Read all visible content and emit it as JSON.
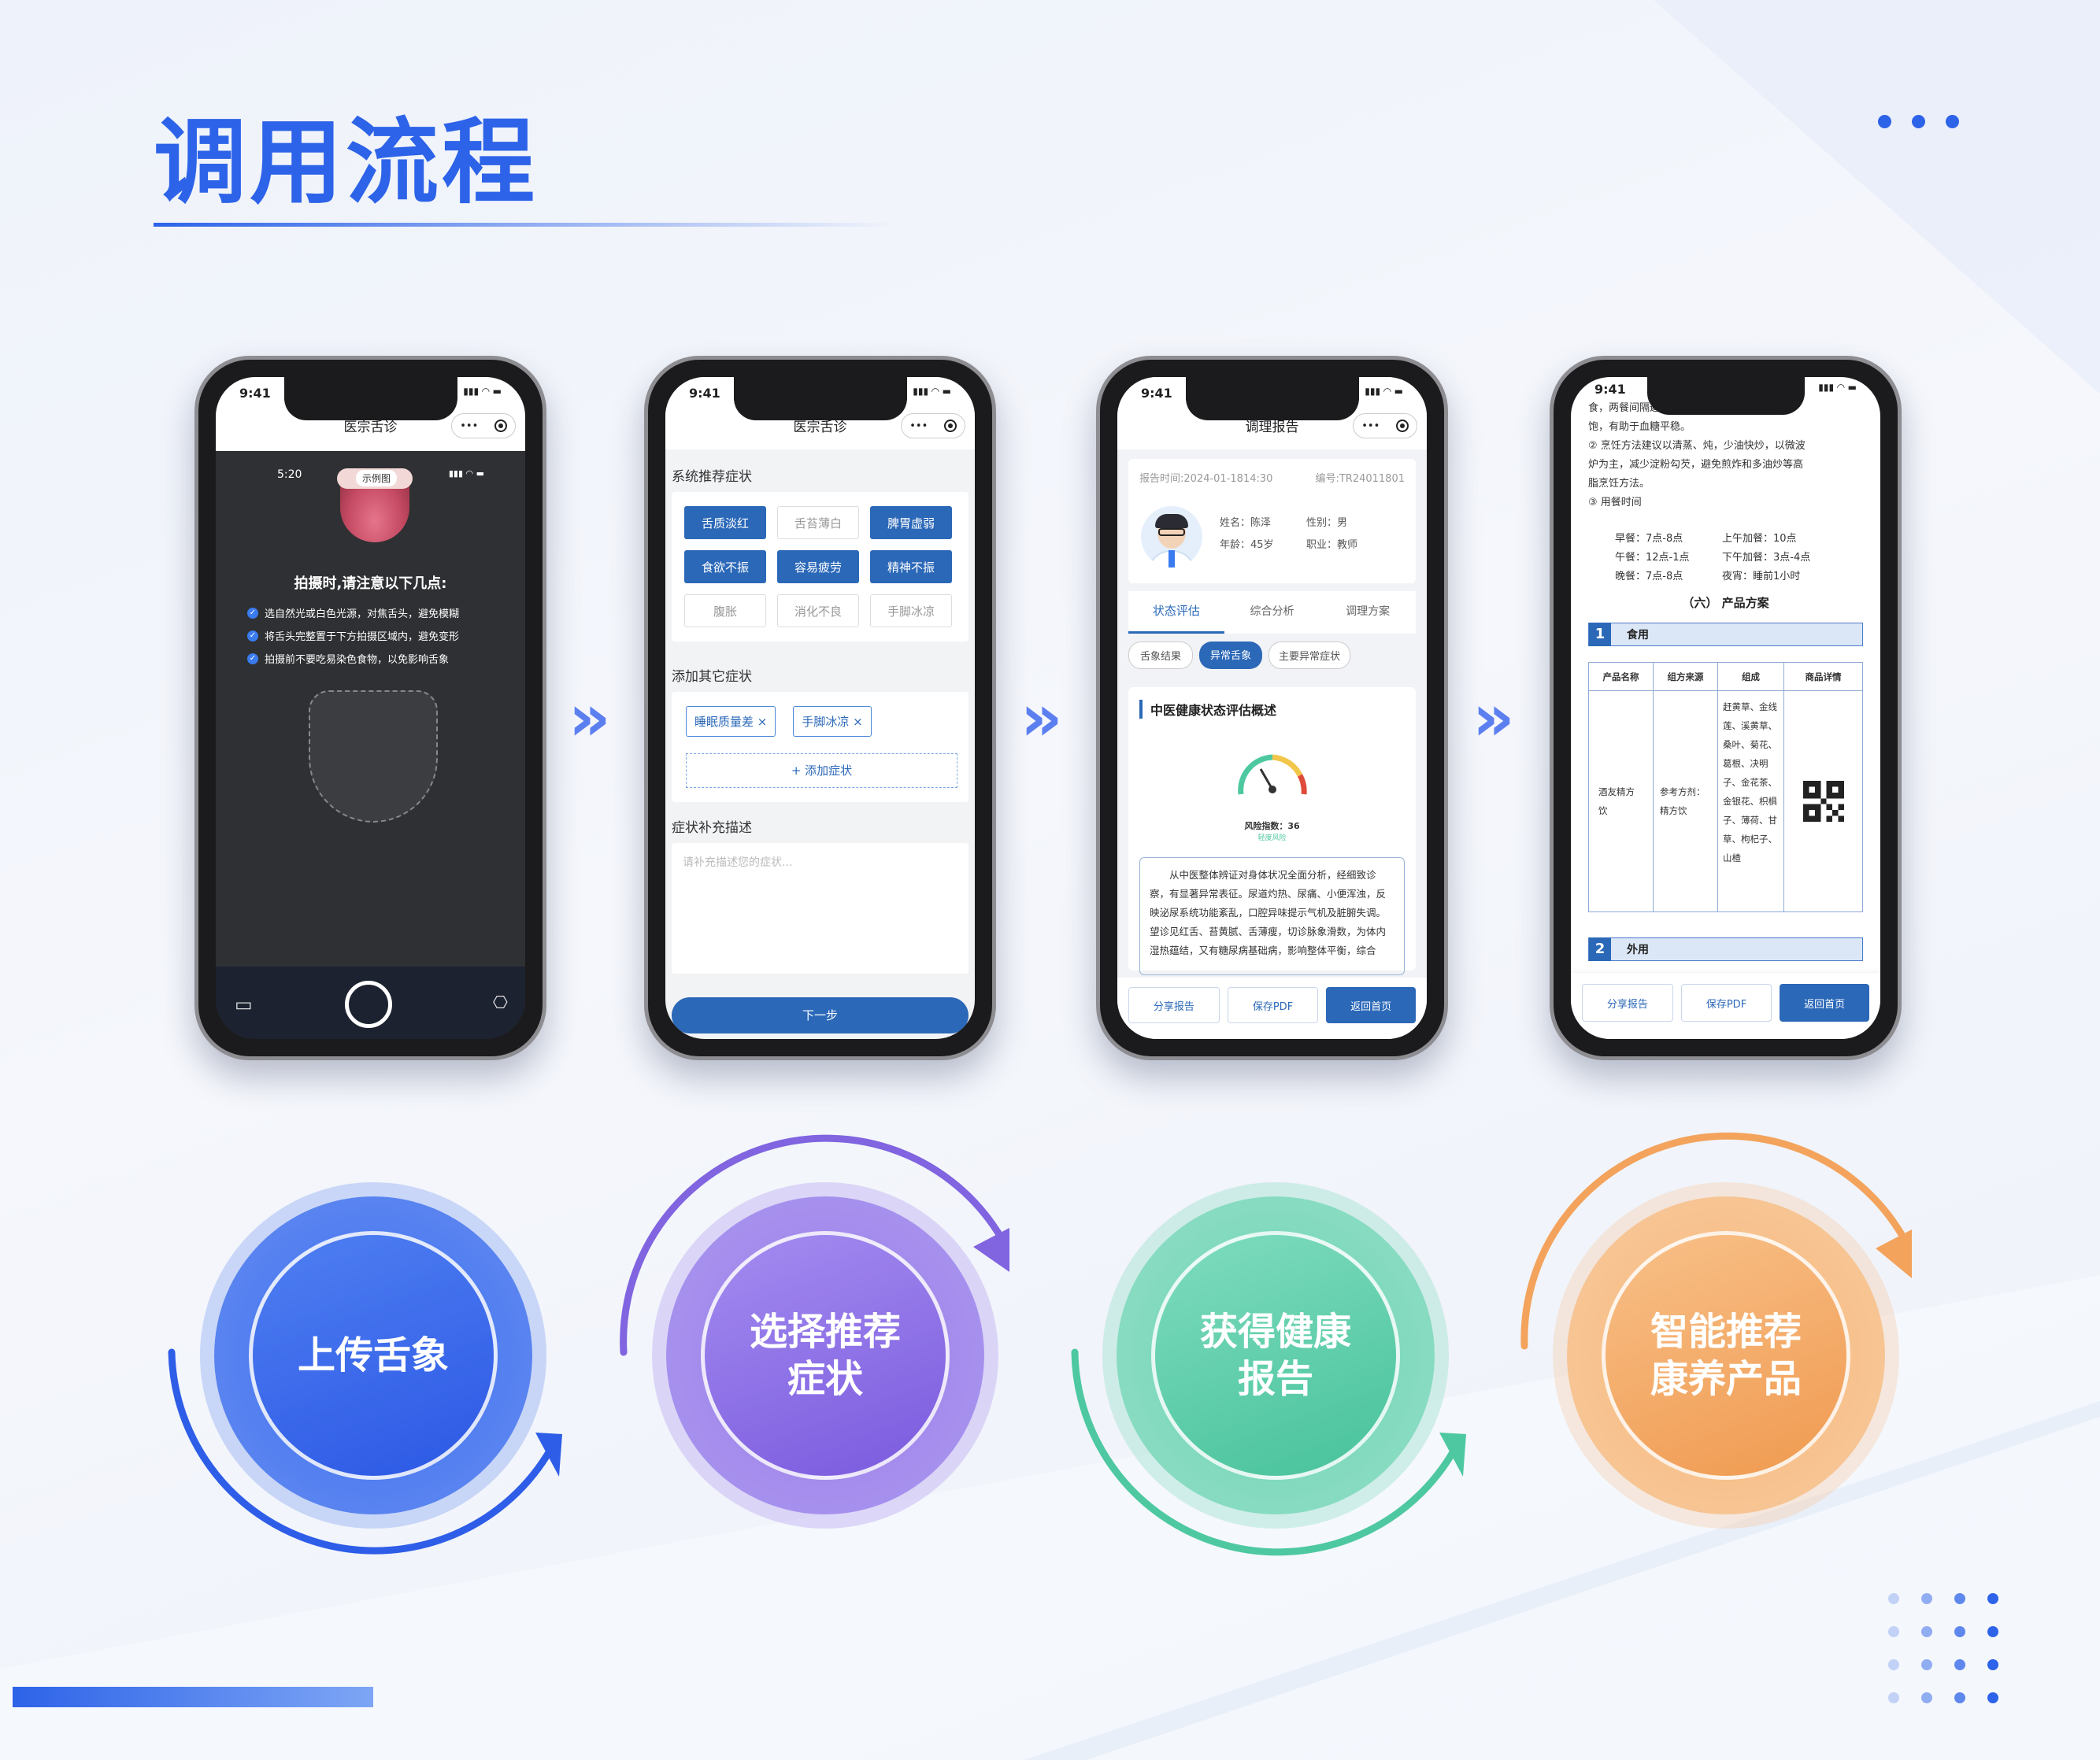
{
  "page": {
    "title": "调用流程"
  },
  "colors": {
    "brand": "#2d63e8",
    "step1": "#2e5de8",
    "step2": "#8064e0",
    "step3": "#4ec8a0",
    "step4": "#f3a35c",
    "tag_blue": "#2b68b8"
  },
  "phones": {
    "status_time": "9:41",
    "p1": {
      "nav_title": "医宗舌诊",
      "inner_time": "5:20",
      "sample_label": "示例图",
      "instruction_title": "拍摄时,请注意以下几点:",
      "tips": [
        "选自然光或白色光源，对焦舌头，避免模糊",
        "将舌头完整置于下方拍摄区域内，避免变形",
        "拍摄前不要吃易染色食物，以免影响舌象"
      ]
    },
    "p2": {
      "nav_title": "医宗舌诊",
      "section1": "系统推荐症状",
      "symptom_tags": [
        {
          "label": "舌质淡红",
          "selected": true
        },
        {
          "label": "舌苔薄白",
          "selected": false
        },
        {
          "label": "脾胃虚弱",
          "selected": true
        },
        {
          "label": "食欲不振",
          "selected": true
        },
        {
          "label": "容易疲劳",
          "selected": true
        },
        {
          "label": "精神不振",
          "selected": true
        },
        {
          "label": "腹胀",
          "selected": false
        },
        {
          "label": "消化不良",
          "selected": false
        },
        {
          "label": "手脚冰凉",
          "selected": false
        }
      ],
      "section2": "添加其它症状",
      "added_tags": [
        "睡眠质量差 ×",
        "手脚冰凉 ×"
      ],
      "add_button": "+ 添加症状",
      "section3": "症状补充描述",
      "placeholder": "请补充描述您的症状...",
      "next_button": "下一步"
    },
    "p3": {
      "nav_title": "调理报告",
      "report_time": "报告时间:2024-01-1814:30",
      "report_no": "编号:TR24011801",
      "name": "姓名：陈泽",
      "gender": "性别：男",
      "age": "年龄：45岁",
      "job": "职业：教师",
      "tabs": [
        "状态评估",
        "综合分析",
        "调理方案"
      ],
      "chips": [
        "舌象结果",
        "异常舌象",
        "主要异常症状"
      ],
      "summary_title": "中医健康状态评估概述",
      "risk": "风险指数：36",
      "risk_sub": "轻度风险",
      "paragraph": "从中医整体辨证对身体状况全面分析，经细致诊察，有显著异常表征。尿道灼热、尿痛、小便浑浊，反映泌尿系统功能紊乱，口腔异味提示气机及脏腑失调。望诊见红舌、苔黄腻、舌薄瘦，切诊脉象滑数，为体内湿热蕴结，又有糖尿病基础病，影响整体平衡，综合",
      "buttons": [
        "分享报告",
        "保存PDF",
        "返回首页"
      ]
    },
    "p4": {
      "lines": [
        "食，两餐间隔避免超过六个小时，避免过饥过",
        "饱，有助于血糖平稳。",
        "② 烹饪方法建议以清蒸、炖，少油快炒，以微波",
        "炉为主，减少淀粉勾芡，避免煎炸和多油炒等高",
        "脂烹饪方法。",
        "③ 用餐时间"
      ],
      "meals": [
        [
          "早餐：7点-8点",
          "上午加餐：10点"
        ],
        [
          "午餐：12点-1点",
          "下午加餐：3点-4点"
        ],
        [
          "晚餐：7点-8点",
          "夜宵：睡前1小时"
        ]
      ],
      "section_title": "（六） 产品方案",
      "sec1_no": "1",
      "sec1": "食用",
      "table_headers": [
        "产品名称",
        "组方来源",
        "组成",
        "商品详情"
      ],
      "product_name": "酒友精方饮",
      "source": "参考方剂：精方饮",
      "composition": "赶黄草、金线莲、溪黄草、桑叶、菊花、葛根、决明子、金花茶、金银花、枳椇子、薄荷、甘草、枸杞子、山楂",
      "sec2_no": "2",
      "sec2": "外用",
      "buttons": [
        "分享报告",
        "保存PDF",
        "返回首页"
      ]
    }
  },
  "steps": [
    {
      "line1": "上传舌象",
      "line2": ""
    },
    {
      "line1": "选择推荐",
      "line2": "症状"
    },
    {
      "line1": "获得健康",
      "line2": "报告"
    },
    {
      "line1": "智能推荐",
      "line2": "康养产品"
    }
  ]
}
